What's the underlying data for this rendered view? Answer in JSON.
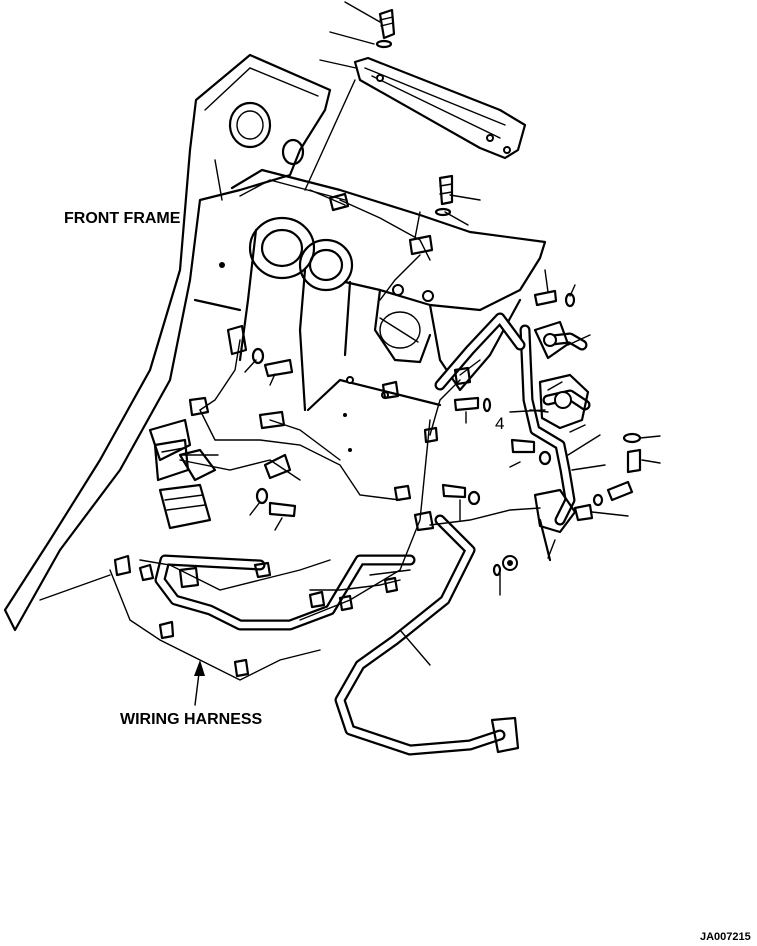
{
  "labels": {
    "front_frame": "FRONT FRAME",
    "wiring_harness": "WIRING HARNESS",
    "callout_4": "4",
    "figure_id": "JA007215"
  }
}
